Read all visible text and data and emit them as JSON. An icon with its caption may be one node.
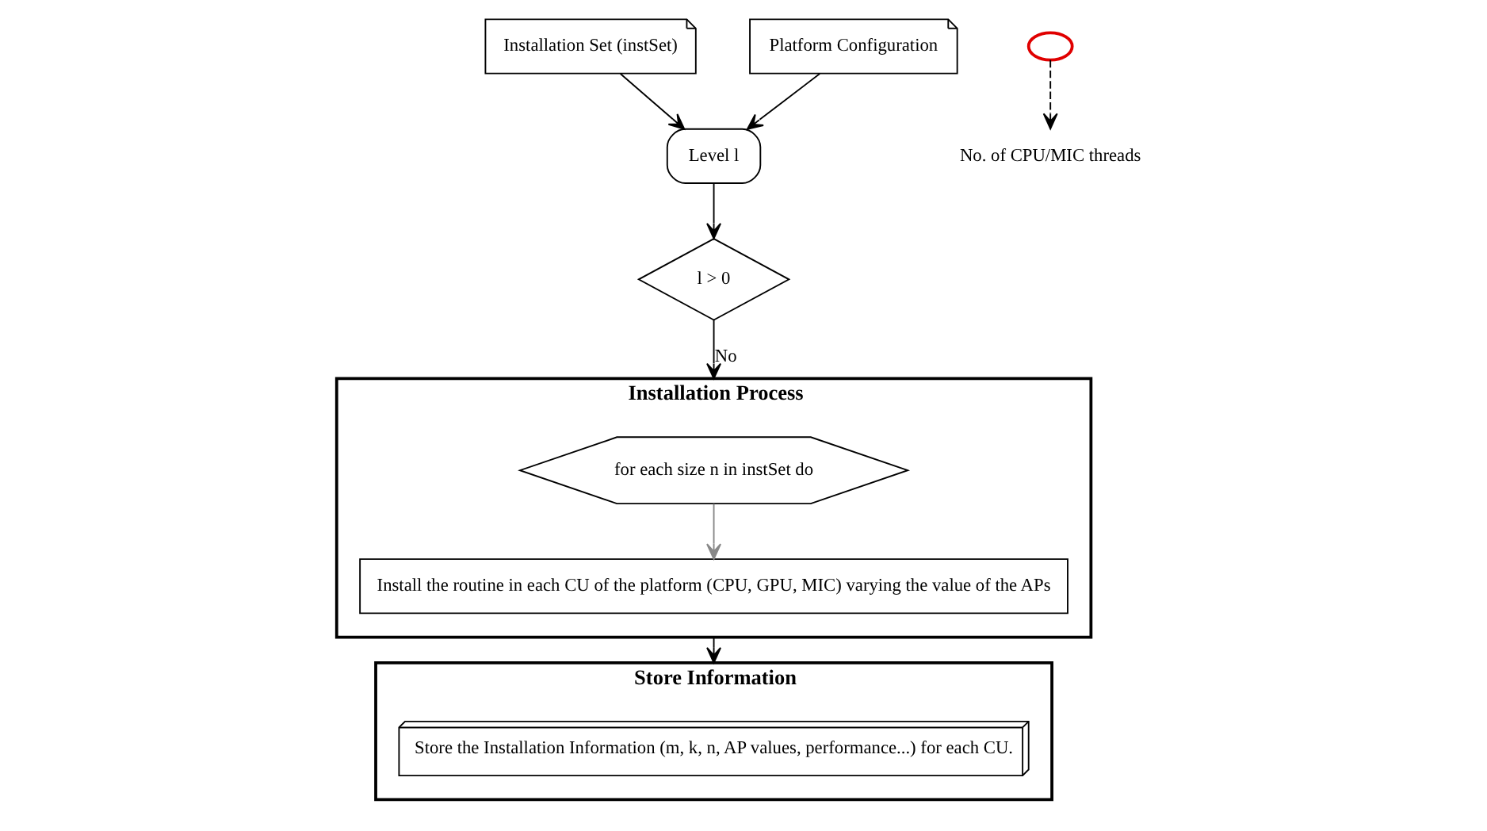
{
  "diagram": {
    "nodes": [
      {
        "text": [
          "Installation Set (instSet)"
        ]
      },
      {
        "text": [
          "Platform Configuration"
        ]
      },
      {
        "text": [
          "Level l"
        ]
      },
      {
        "text": [
          "l > 0"
        ]
      },
      {
        "text": [
          "Installation Process"
        ]
      },
      {
        "text": [
          "for each size n in instSet do"
        ],
        "in": 4
      },
      {
        "text": [
          "Install the routine in each CU of the platform (CPU, GPU, MIC) varying the value of the APs"
        ],
        "in": 4
      },
      {
        "text": [],
        "shape": "circle"
      },
      {
        "text": [
          "No. of CPU/MIC threads"
        ]
      },
      {
        "text": [
          "Store Information"
        ]
      },
      {
        "text": [
          "Store the Installation Information (m, k, n, AP values, performance...) for each CU."
        ],
        "in": 9
      }
    ],
    "edges": [
      {
        "from": 0,
        "to": 2,
        "arrow": "to"
      },
      {
        "from": 1,
        "to": 2,
        "arrow": "to"
      },
      {
        "from": 2,
        "to": 3,
        "arrow": "to"
      },
      {
        "from": 3,
        "to": 4,
        "arrow": "to",
        "label": "No"
      },
      {
        "from": 5,
        "to": 6,
        "arrow": "to",
        "color": "#888888"
      },
      {
        "from": 7,
        "to": 8,
        "arrow": "to",
        "style": "dashed"
      },
      {
        "from": 4,
        "to": 9,
        "arrow": "to"
      }
    ]
  }
}
